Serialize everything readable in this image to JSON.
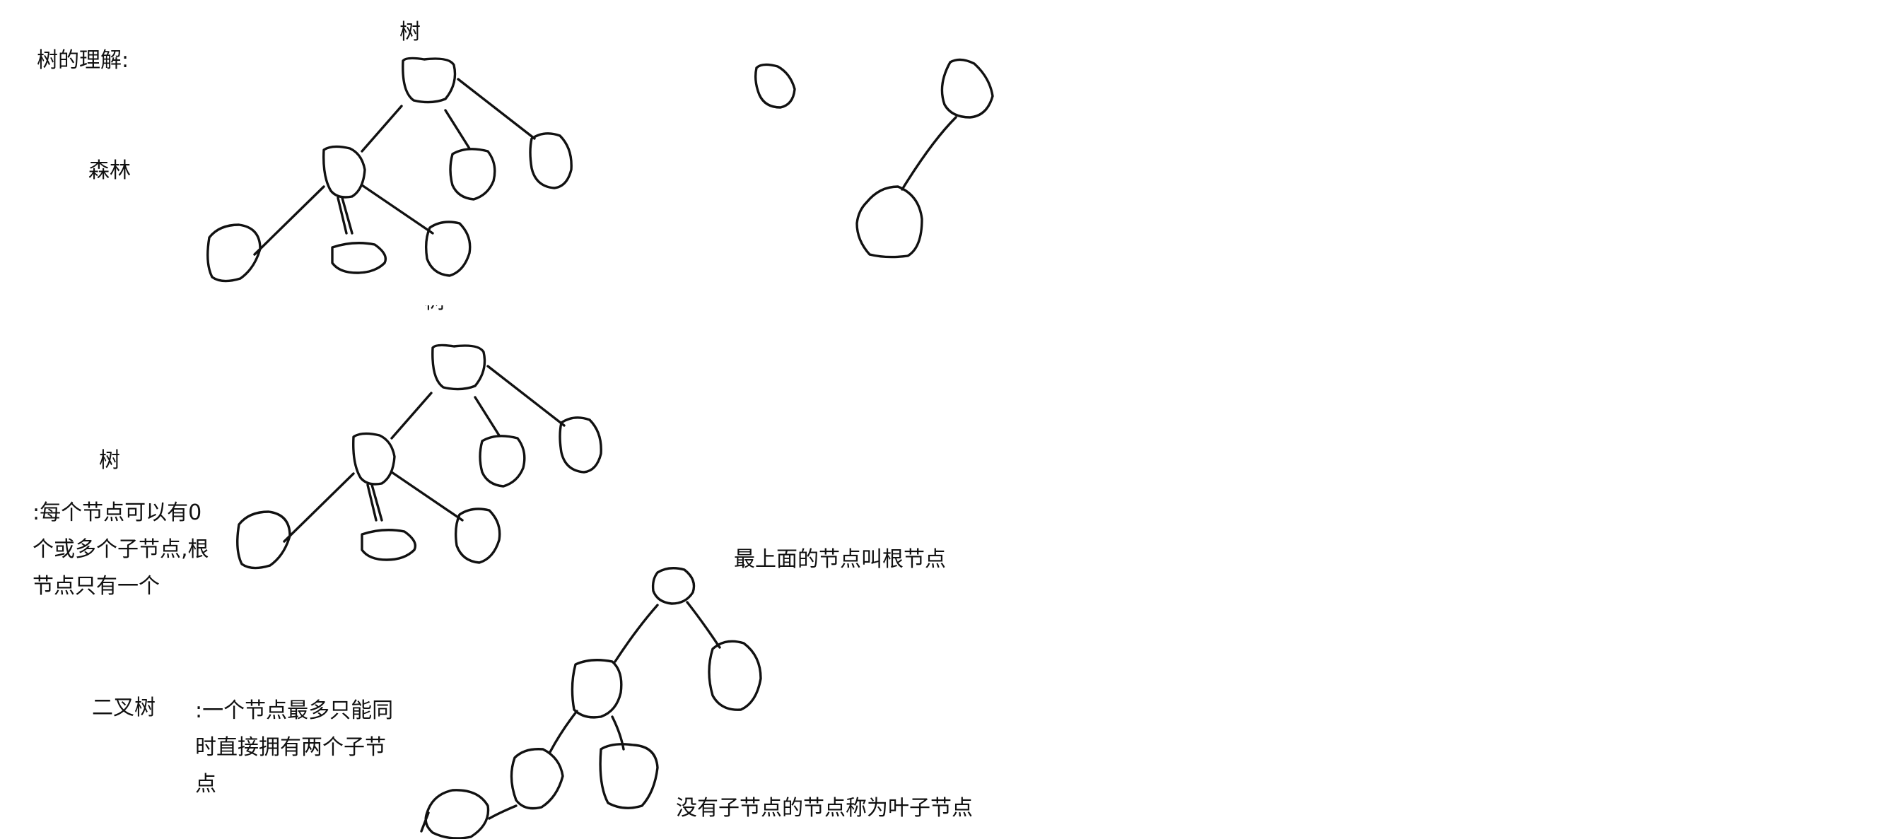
{
  "labels": {
    "title": "树的理解:",
    "forest": "森林",
    "tree_top": "树",
    "tree_mid_cut": "树",
    "tree": "树",
    "tree_desc": [
      ":每个节点可以有0",
      "个或多个子节点,根",
      "节点只有一个"
    ],
    "binary_tree": "二叉树",
    "binary_desc": [
      ":一个节点最多只能同",
      "时直接拥有两个子节",
      "点"
    ],
    "root_note": "最上面的节点叫根节点",
    "leaf_note": "没有子节点的节点称为叶子节点"
  }
}
